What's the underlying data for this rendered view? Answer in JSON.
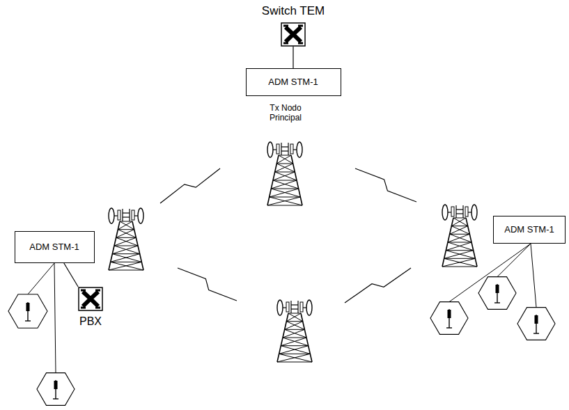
{
  "diagram": {
    "nodes": [
      {
        "text": [
          "Switch TEM"
        ]
      },
      {
        "text": [
          "ADM STM-1"
        ]
      },
      {
        "text": [
          "ADM STM-1"
        ]
      },
      {
        "text": [
          "PBX"
        ]
      },
      {
        "text": [
          "ADM STM-1"
        ]
      }
    ],
    "edges": [
      {
        "from": 0,
        "to": 1,
        "arrow": "none"
      },
      {
        "from": 2,
        "to": 3,
        "arrow": "none"
      }
    ],
    "labels": [
      "Tx Nodo Principal"
    ]
  }
}
